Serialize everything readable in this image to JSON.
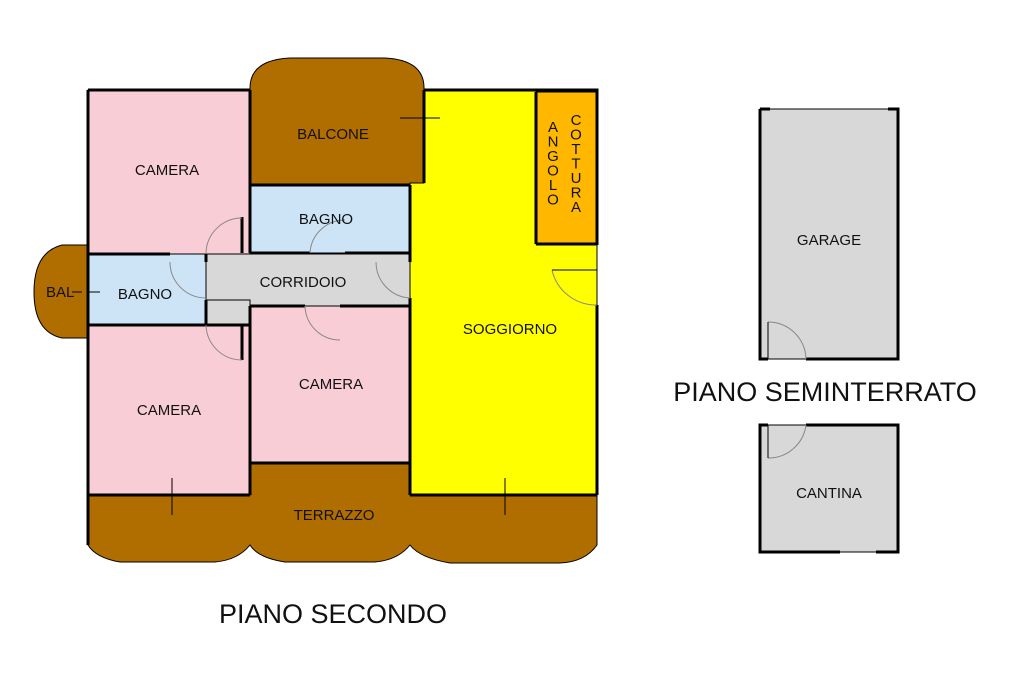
{
  "colors": {
    "bedroom": "#f9cdd6",
    "bathroom": "#cde4f7",
    "corridor": "#d8d8d8",
    "living": "#ffff00",
    "kitchen": "#ffb700",
    "balcony": "#b06d00",
    "basement": "#d8d8d8"
  },
  "rooms": {
    "camera_1": "CAMERA",
    "balcone": "BALCONE",
    "angolo": "ANGOLO",
    "cottura": "COTTURA",
    "bagno_1": "BAGNO",
    "bal": "BAL",
    "bagno_2": "BAGNO",
    "corridoio": "CORRIDOIO",
    "soggiorno": "SOGGIORNO",
    "camera_2": "CAMERA",
    "camera_3": "CAMERA",
    "terrazzo": "TERRAZZO",
    "garage": "GARAGE",
    "cantina": "CANTINA"
  },
  "floors": {
    "piano_secondo": "PIANO SECONDO",
    "piano_seminterrato": "PIANO SEMINTERRATO"
  }
}
